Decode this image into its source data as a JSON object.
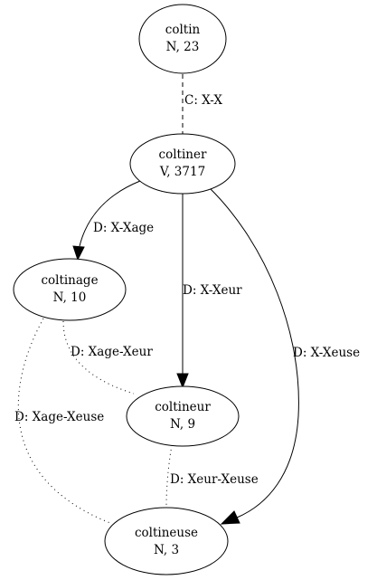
{
  "nodes": {
    "coltin": {
      "name": "coltin",
      "info": "N, 23"
    },
    "coltiner": {
      "name": "coltiner",
      "info": "V, 3717"
    },
    "coltinage": {
      "name": "coltinage",
      "info": "N, 10"
    },
    "coltineur": {
      "name": "coltineur",
      "info": "N, 9"
    },
    "coltineuse": {
      "name": "coltineuse",
      "info": "N, 3"
    }
  },
  "edges": {
    "coltin_coltiner": {
      "label": "C: X-X",
      "style": "dashed",
      "directed": false
    },
    "coltiner_coltinage": {
      "label": "D: X-Xage",
      "style": "solid",
      "directed": true
    },
    "coltiner_coltineur": {
      "label": "D: X-Xeur",
      "style": "solid",
      "directed": true
    },
    "coltiner_coltineuse": {
      "label": "D: X-Xeuse",
      "style": "solid",
      "directed": true
    },
    "coltinage_coltineur": {
      "label": "D: Xage-Xeur",
      "style": "dotted",
      "directed": false
    },
    "coltinage_coltineuse": {
      "label": "D: Xage-Xeuse",
      "style": "dotted",
      "directed": false
    },
    "coltineur_coltineuse": {
      "label": "D: Xeur-Xeuse",
      "style": "dotted",
      "directed": false
    }
  }
}
